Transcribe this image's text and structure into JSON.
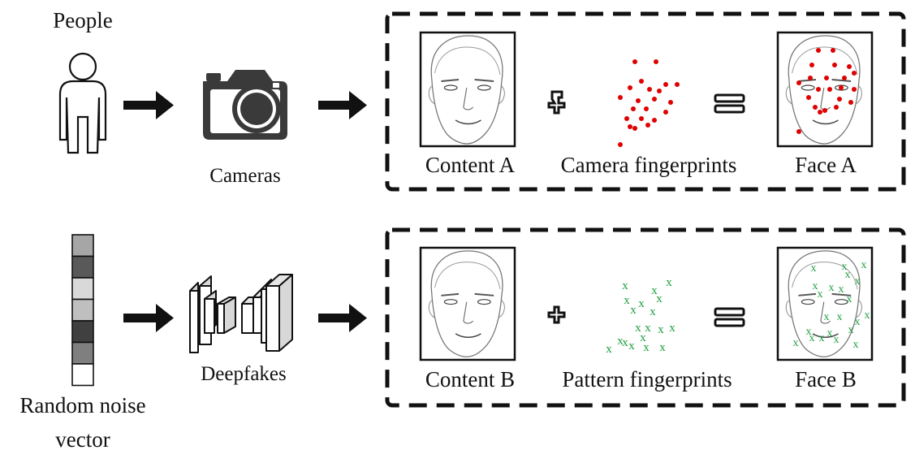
{
  "labels": {
    "people": "People",
    "cameras": "Cameras",
    "noise_line1": "Random noise",
    "noise_line2": "vector",
    "deepfakes": "Deepfakes",
    "content_a": "Content A",
    "camera_fingerprints": "Camera fingerprints",
    "face_a": "Face A",
    "content_b": "Content B",
    "pattern_fingerprints": "Pattern fingerprints",
    "face_b": "Face B"
  },
  "noise_vector_shades": [
    "#a6a6a6",
    "#595959",
    "#d9d9d9",
    "#bfbfbf",
    "#404040",
    "#7f7f7f",
    "#ffffff"
  ],
  "pattern_marker": "x",
  "colors": {
    "camera_fingerprint": "#e00000",
    "pattern_fingerprint": "#1f9f3f",
    "stroke": "#111111"
  }
}
